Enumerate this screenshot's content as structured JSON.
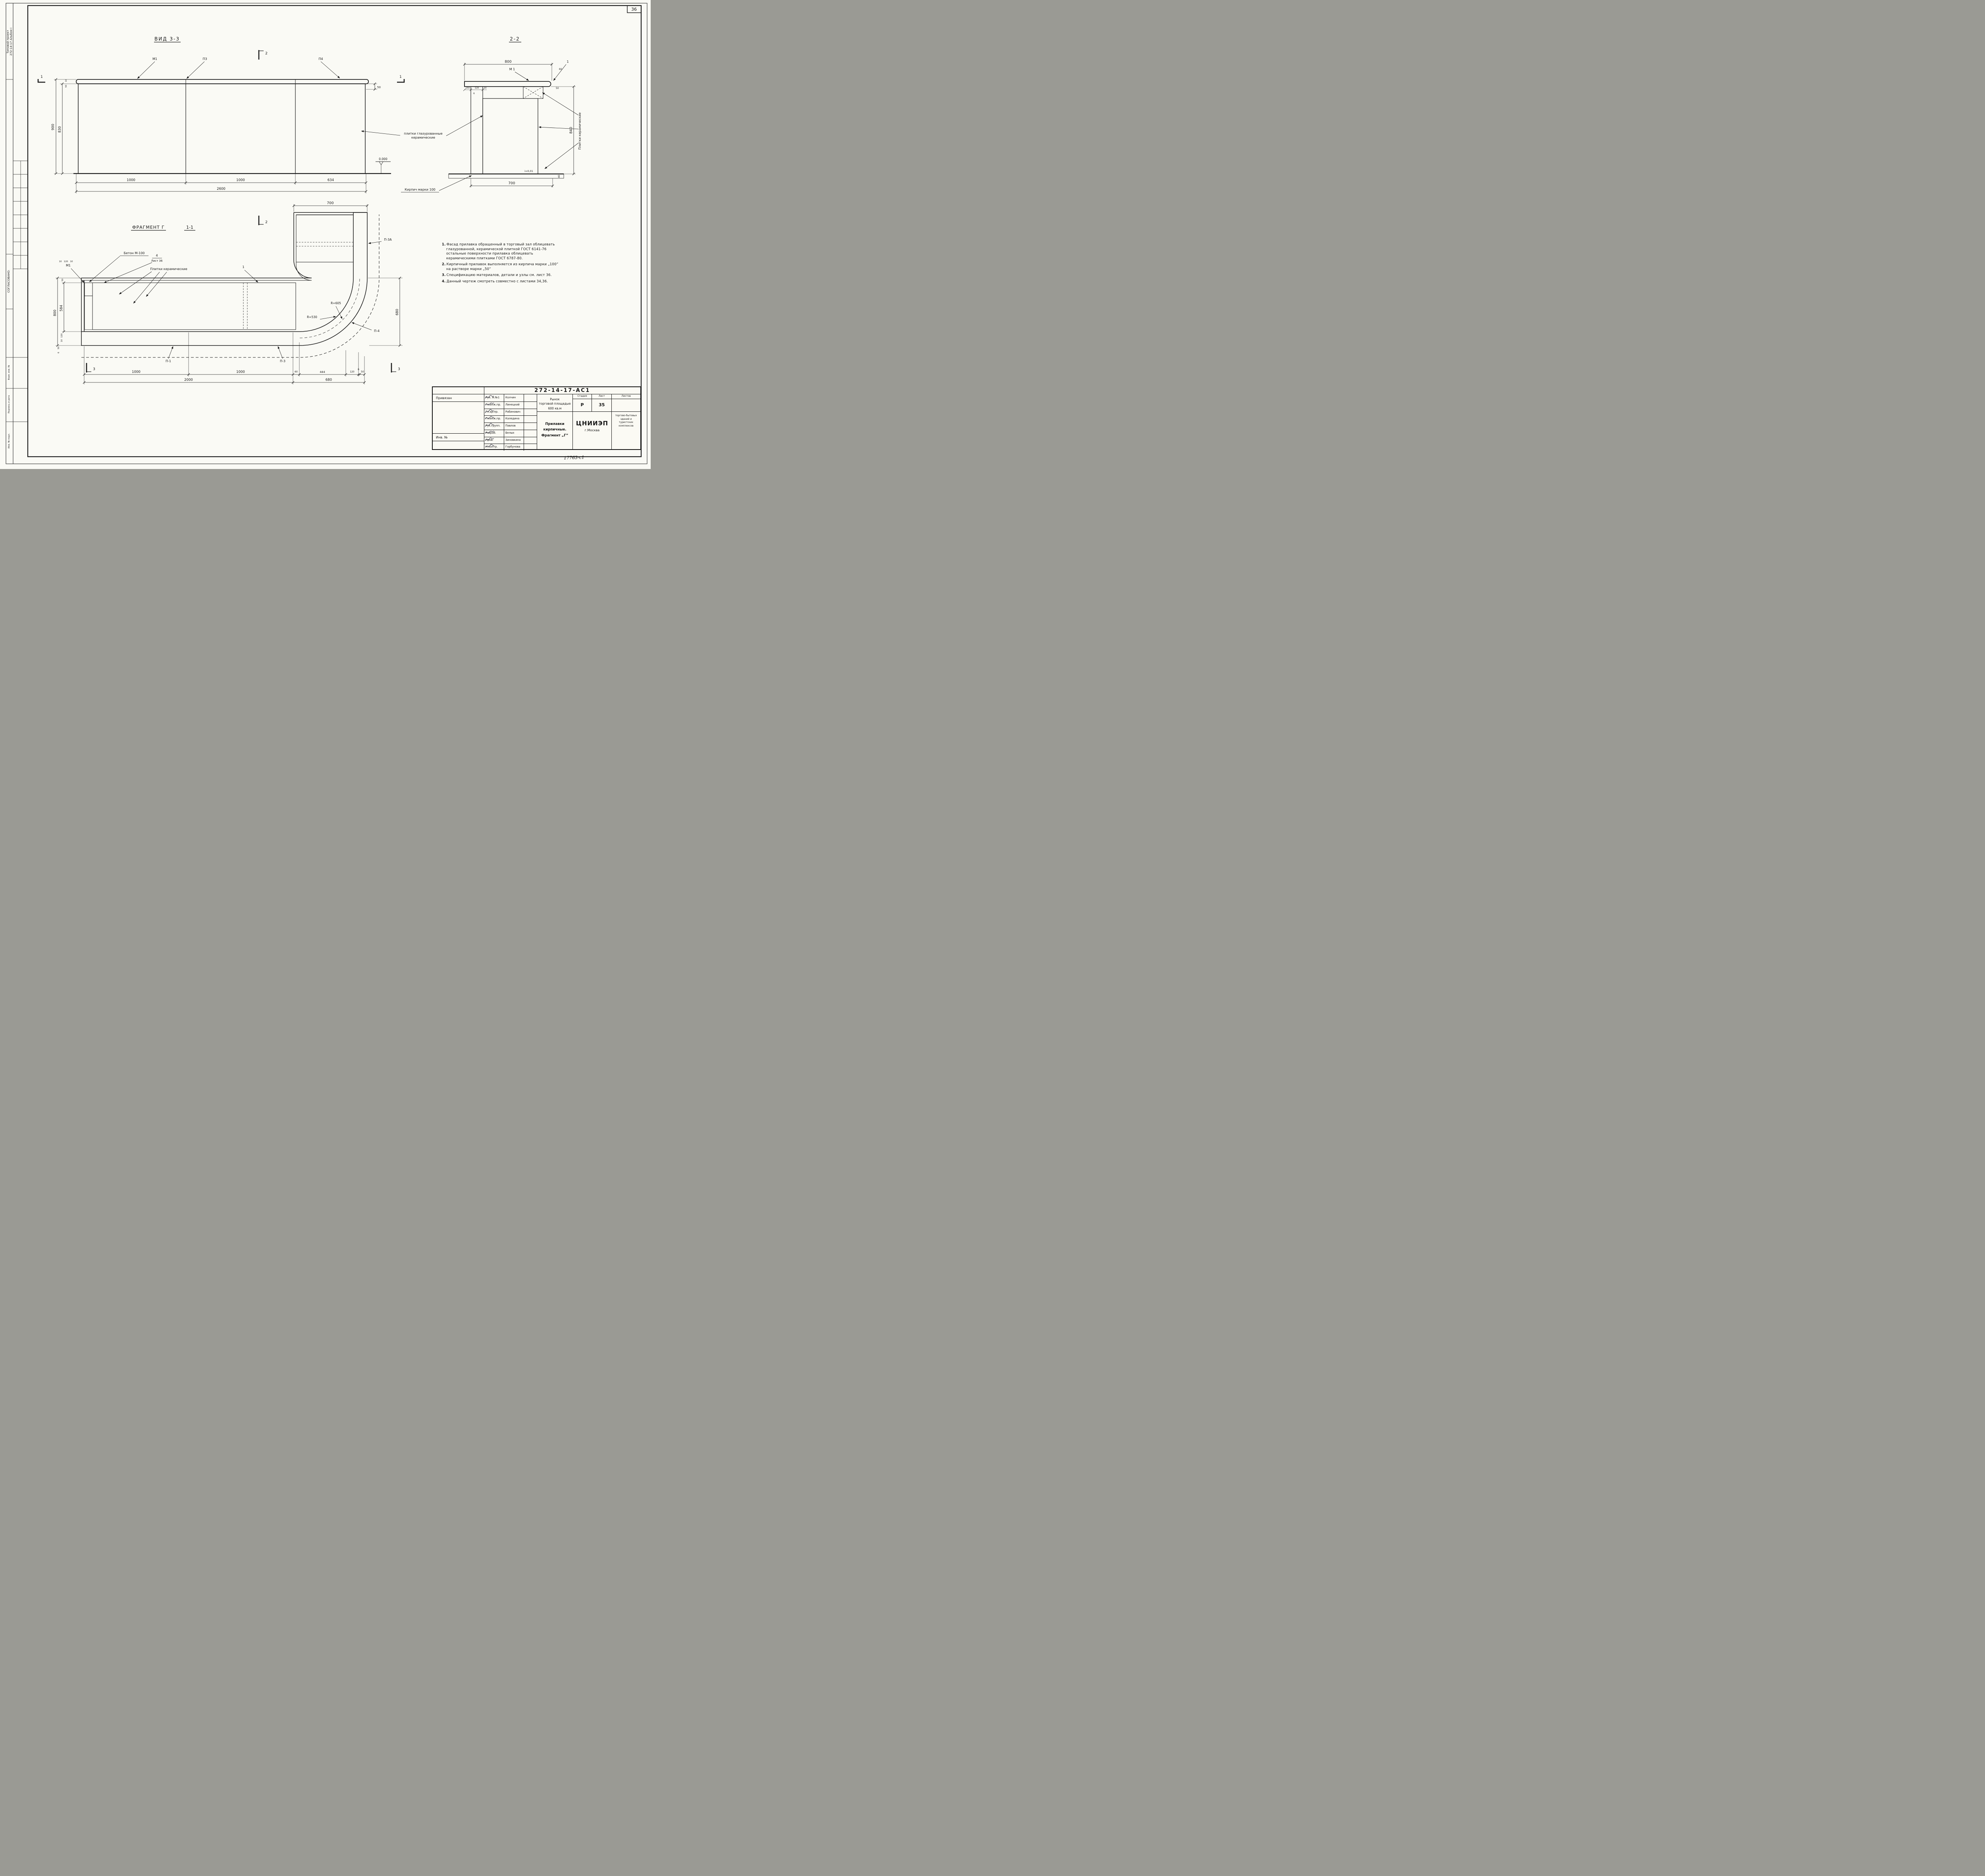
{
  "page": {
    "sheet_number": "36",
    "handwritten_number": "17763-с1",
    "margin": {
      "project_line1": "Типовой проект",
      "project_line2": "272-14-17 Альбом I",
      "soglasovano": "СОГЛАСОВАНО:",
      "vzam": "Взам. инв. №",
      "podpis": "Подпись и дата",
      "inv_podl": "Инв. № подл."
    }
  },
  "view33": {
    "title": "ВИД 3-3",
    "marker2": "2",
    "marker1l": "1",
    "marker1r": "1",
    "m1": "М1",
    "p3": "П3",
    "p4": "П4",
    "d900": "900",
    "d830": "830",
    "d10": "10",
    "d50top": "50",
    "d50r": "50",
    "s1": "1000",
    "s2": "1000",
    "s3": "634",
    "total": "2600",
    "level": "0.000"
  },
  "sec22": {
    "title": "2-2",
    "m1": "М 1",
    "one": "1",
    "d800": "800",
    "d150": "150",
    "d120": "120",
    "d10": "10",
    "d6": "6",
    "d60": "60",
    "d50": "50",
    "d840": "840",
    "d40": "40",
    "d700": "700",
    "slope": "i=0,01",
    "tiles_vertical": "Плитки керамические",
    "brick_note": "Кирпич марки 100"
  },
  "callouts": {
    "glazed1": "плитки глазурованные",
    "glazed2": "керамические"
  },
  "plan": {
    "title": "ФРАГМЕНТ Г",
    "section": "1-1",
    "marker2": "2",
    "marker3l": "3",
    "marker3r": "3",
    "m1": "М1",
    "beton": "Бетон М-100",
    "det_num": "4",
    "det_sheet": "Лист 36",
    "tiles": "Плитки керамические",
    "one": "1",
    "p3a": "П-3А",
    "p4": "П-4",
    "p3": "П-3",
    "p1": "П-1",
    "r605": "R=605",
    "r530": "R=530",
    "d700": "700",
    "d680r": "680",
    "t10a": "10",
    "t120": "120",
    "t10b": "10",
    "d50a": "50",
    "d584": "584",
    "d800": "800",
    "d120l": "120",
    "d10l": "10",
    "d50b": "50",
    "d6l": "6",
    "b1000a": "1000",
    "b1000b": "1000",
    "b60": "60",
    "b444": "444",
    "b120": "120",
    "b6": "6",
    "b50": "50",
    "b2000": "2000",
    "b680": "680"
  },
  "notes": {
    "items": [
      {
        "num": "1.",
        "text": "Фасад прилавка обращенный в торговый зал облицевать глазурованной, керамической плиткой ГОСТ 6141-76 остальные поверхности прилавка облицевать керамическими плитками ГОСТ 6787-80."
      },
      {
        "num": "2.",
        "text": "Кирпичный прилавок выполняется из кирпича марки „100” на растворе марки „50”"
      },
      {
        "num": "3.",
        "text": "Спецификацию материалов, детали и узлы см. лист 36."
      },
      {
        "num": "4.",
        "text": "Данный чертеж смотреть совместно с листами 34,36."
      }
    ]
  },
  "titleblock": {
    "doc_number": "272-14-17-АС1",
    "privyazan": "Привязан",
    "inv_no": "Инв. №",
    "rows": [
      {
        "role": "Рук. м.№1",
        "name": "Колчин"
      },
      {
        "role": "Гл.инж.пр.",
        "name": "Линецкий"
      },
      {
        "role": "Гл.ар.пр.",
        "name": "Рабинович"
      },
      {
        "role": "Гл.инж.пр.",
        "name": "Каледина"
      },
      {
        "role": "Рук.групп.",
        "name": "Павлов"
      },
      {
        "role": "Разраб.",
        "name": "Белых"
      },
      {
        "role": "Пров.",
        "name": "Зиновкина"
      },
      {
        "role": "Н.контр.",
        "name": "Горбунова"
      }
    ],
    "project_line1": "Рынок",
    "project_line2": "торговой площадью 600 кв.м",
    "title_line1": "Прилавки кирпичные.",
    "title_line2": "Фрагмент „Г”",
    "stage_label": "Стадия",
    "sheet_label": "Лист",
    "sheets_label": "Листов",
    "stage": "Р",
    "sheet": "35",
    "sheets": "",
    "org": "ЦНИИЭП",
    "org_city": "г.Москва",
    "org_dept": "торгово-бытовых зданий и туристских комплексов"
  }
}
